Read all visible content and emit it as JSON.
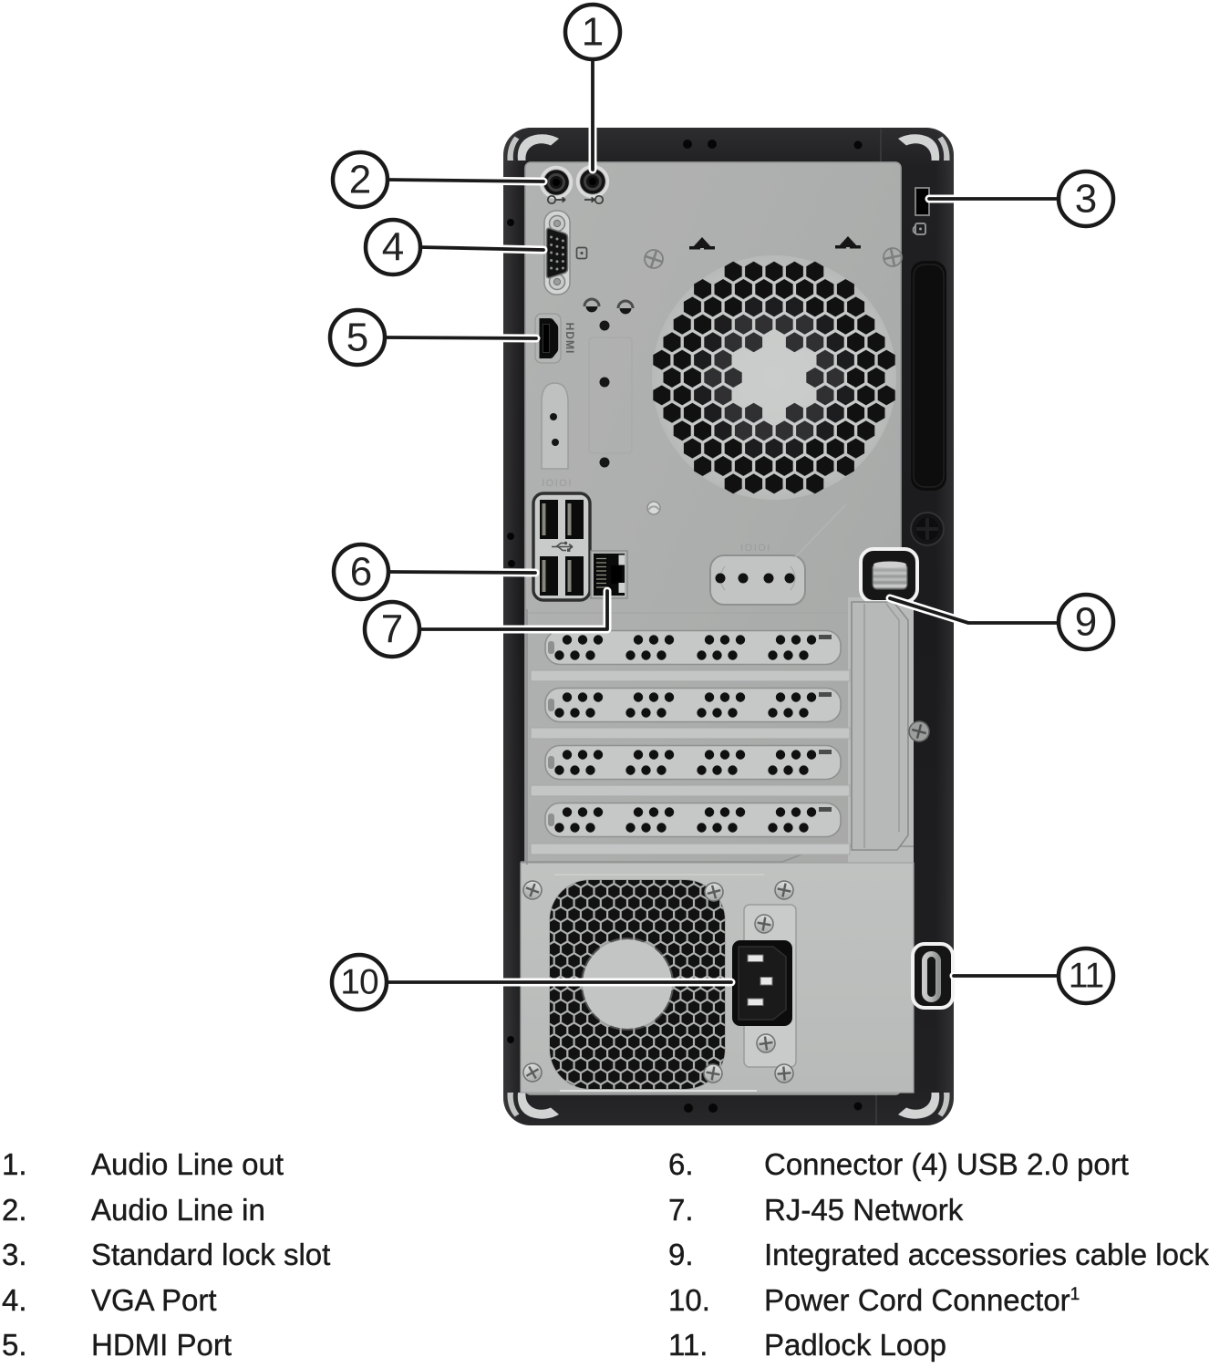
{
  "figure": {
    "title": "Desktop tower rear panel diagram",
    "view": "rear"
  },
  "colors": {
    "background": "#ffffff",
    "chassis_black": "#1b1b1d",
    "panel_gray": "#c5c7c6",
    "callout_stroke": "#1a1a1a",
    "legend_text": "#1d1d1d"
  },
  "panel_text": {
    "usb_io_label": "IOIOI",
    "serial_io_label": "IOIOI",
    "hdmi_label": "HDMI"
  },
  "callouts": [
    {
      "number": "1",
      "target": "audio-line-out-jack"
    },
    {
      "number": "2",
      "target": "audio-line-in-jack"
    },
    {
      "number": "3",
      "target": "standard-lock-slot"
    },
    {
      "number": "4",
      "target": "vga-port"
    },
    {
      "number": "5",
      "target": "hdmi-port"
    },
    {
      "number": "6",
      "target": "usb-2-0-ports"
    },
    {
      "number": "7",
      "target": "rj45-network-port"
    },
    {
      "number": "9",
      "target": "integrated-accessories-cable-lock"
    },
    {
      "number": "10",
      "target": "power-cord-connector"
    },
    {
      "number": "11",
      "target": "padlock-loop"
    }
  ],
  "legend": {
    "left": [
      {
        "num": "1.",
        "label": "Audio Line out"
      },
      {
        "num": "2.",
        "label": "Audio Line in"
      },
      {
        "num": "3.",
        "label": "Standard lock slot"
      },
      {
        "num": "4.",
        "label": "VGA Port"
      },
      {
        "num": "5.",
        "label": "HDMI Port"
      }
    ],
    "right": [
      {
        "num": "6.",
        "label": "Connector (4) USB 2.0 port"
      },
      {
        "num": "7.",
        "label": "RJ-45 Network"
      },
      {
        "num": "9.",
        "label": "Integrated accessories cable lock"
      },
      {
        "num": "10.",
        "label": "Power Cord Connector",
        "sup": "1"
      },
      {
        "num": "11.",
        "label": "Padlock Loop"
      }
    ]
  }
}
